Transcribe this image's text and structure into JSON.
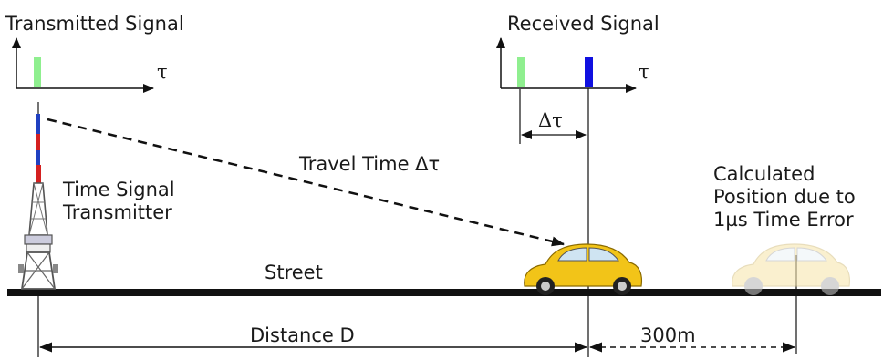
{
  "labels": {
    "transmitted_signal": "Transmitted Signal",
    "received_signal": "Received Signal",
    "tau_axis_1": "τ",
    "tau_axis_2": "τ",
    "delta_tau": "Δτ",
    "travel_time": "Travel Time Δτ",
    "transmitter": "Time Signal\nTransmitter",
    "calculated_position": "Calculated\nPosition due to\n1µs Time Error",
    "street": "Street",
    "distance": "Distance D",
    "error_distance": "300m"
  },
  "colors": {
    "transmitted_pulse": "#8fef8f",
    "received_pulse_reference": "#8fef8f",
    "received_pulse": "#1010e0",
    "street": "#111111",
    "car_body": "#f2c418",
    "ghost_car_body": "#f7e7b0",
    "tower_red": "#d42020",
    "tower_blue": "#2040c0"
  },
  "icons": {
    "tower": "radio-tower-icon",
    "car": "car-icon",
    "ghost_car": "ghost-car-icon"
  }
}
